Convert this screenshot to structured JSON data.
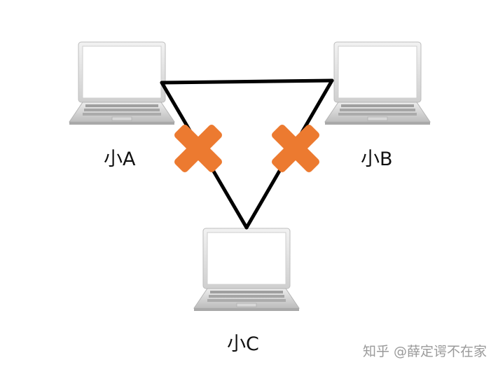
{
  "nodes": [
    {
      "id": "a",
      "label": "小A"
    },
    {
      "id": "b",
      "label": "小B"
    },
    {
      "id": "c",
      "label": "小C"
    }
  ],
  "links": [
    {
      "from": "a",
      "to": "b",
      "status": "connected"
    },
    {
      "from": "a",
      "to": "c",
      "status": "blocked"
    },
    {
      "from": "b",
      "to": "c",
      "status": "blocked"
    }
  ],
  "watermark": "知乎 @薛定谔不在家",
  "colors": {
    "line": "#000000",
    "blocked_mark": "#ec7a30",
    "laptop_body": "#e6e6e6",
    "laptop_screen": "#ffffff"
  },
  "icons": {
    "laptop": "laptop-icon",
    "blocked": "cross-mark-icon"
  }
}
